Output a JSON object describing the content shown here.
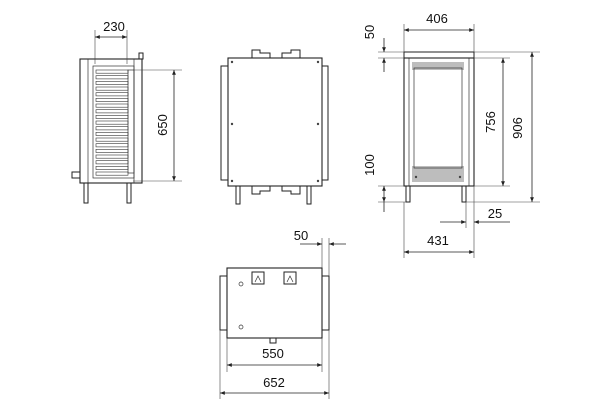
{
  "views": {
    "side": {
      "width_label": "230",
      "height_label": "650"
    },
    "front": {},
    "end": {
      "top_label": "50",
      "width_label": "406",
      "inner_height_label": "756",
      "total_height_label": "906",
      "bottom_label": "100",
      "foot_offset_label": "25",
      "base_width_label": "431"
    },
    "top": {
      "flange_label": "50",
      "inner_width_label": "550",
      "total_width_label": "652"
    }
  },
  "colors": {
    "line": "#222222",
    "shade": "#bdbdbd",
    "background": "#ffffff"
  }
}
